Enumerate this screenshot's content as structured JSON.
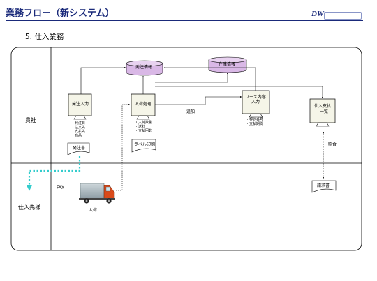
{
  "header": {
    "title": "業務フロー（新システム）",
    "logo_mark": "DW"
  },
  "section_title": "5. 仕入業務",
  "lanes": {
    "company": "貴社",
    "supplier": "仕入先様"
  },
  "databases": {
    "order_info": "発注情報",
    "stock_info": "在庫情報"
  },
  "processes": {
    "order_entry": "発注入力",
    "receiving": "入荷処理",
    "lease_entry_line1": "リース内容",
    "lease_entry_line2": "入力",
    "payment_list_line1": "仕入支払",
    "payment_list_line2": "一覧"
  },
  "lists": {
    "order_fields": [
      "・発注日",
      "・注文先",
      "・支払先",
      "・商品"
    ],
    "receiving_fields": [
      "・入荷数量",
      "・送料",
      "・支払回数"
    ],
    "lease_fields": [
      "・契約番号",
      "・支払期間"
    ]
  },
  "documents": {
    "order_sheet": "発注書",
    "label_print": "ラベル印刷",
    "invoice": "請求書"
  },
  "annotations": {
    "add": "追加",
    "fax": "FAX",
    "arrival": "入荷",
    "reconcile": "照合"
  },
  "colors": {
    "header": "#1a2a7a",
    "database_fill": "#d9b8e6",
    "fax_arrow": "#33cccc"
  }
}
